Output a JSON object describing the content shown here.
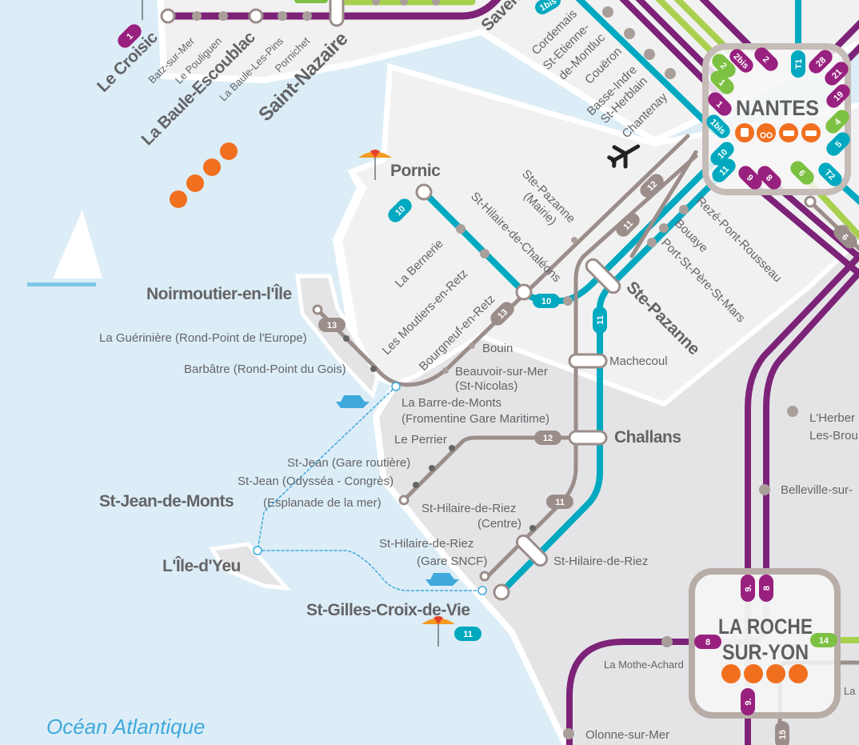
{
  "colors": {
    "sea": "#dcedf7",
    "land_north": "#f1f1f1",
    "land_south": "#e4e4e7",
    "purple": "#7c2378",
    "purple_badge": "#98207e",
    "teal": "#00a9c0",
    "green": "#a8d04e",
    "green_badge": "#7dc142",
    "gray_line": "#9b8e8a",
    "orange": "#f07020",
    "ferry": "#3fa9dc"
  },
  "labels": {
    "le_croisic": "Le Croisic",
    "batz": "Batz-sur-Mer",
    "pouliguen": "Le Pouliguen",
    "baule_escoublac": "La Baule-Escoublac",
    "baule_pins": "La Baule-Les-Pins",
    "pornichet": "Pornichet",
    "saint_nazaire": "Saint-Nazaire",
    "savenay": "Saven",
    "cordemais": "Cordemais",
    "st_etienne_1": "St-Etienne-",
    "st_etienne_2": "de-Montluc",
    "coueron": "Couëron",
    "basse_indre_1": "Basse-Indre",
    "basse_indre_2": "St-Herblain",
    "chantenay": "Chantenay",
    "pornic": "Pornic",
    "st_hilaire_chaleons": "St-Hilaire-de-Chaléons",
    "ste_pazanne_mairie_1": "Ste-Pazanne",
    "ste_pazanne_mairie_2": "(Mairie)",
    "la_bernerie": "La Bernerie",
    "moutiers": "Les Moutiers-en-Retz",
    "bourgneuf": "Bourgneuf-en-Retz",
    "bouin": "Bouin",
    "beauvoir_1": "Beauvoir-sur-Mer",
    "beauvoir_2": "(St-Nicolas)",
    "noirmoutier": "Noirmoutier-en-l'Île",
    "gueriniere": "La Guérinière (Rond-Point de l'Europe)",
    "barbatre": "Barbâtre (Rond-Point du Gois)",
    "barre_1": "La Barre-de-Monts",
    "barre_2": "(Fromentine Gare Maritime)",
    "le_perrier": "Le Perrier",
    "st_jean_gare": "St-Jean (Gare routière)",
    "st_jean_odyssea": "St-Jean (Odysséa - Congrès)",
    "st_jean_monts": "St-Jean-de-Monts",
    "st_jean_monts_2": "(Esplanade de la mer)",
    "ile_yeu": "L'Île-d'Yeu",
    "riez_centre_1": "St-Hilaire-de-Riez",
    "riez_centre_2": "(Centre)",
    "riez_gare_1": "St-Hilaire-de-Riez",
    "riez_gare_2": "(Gare SNCF)",
    "st_gilles": "St-Gilles-Croix-de-Vie",
    "st_hilaire_riez": "St-Hilaire-de-Riez",
    "machecoul": "Machecoul",
    "challans": "Challans",
    "ste_pazanne": "Ste-Pazanne",
    "reze": "Rezé-Pont-Rousseau",
    "bouaye": "Bouaye",
    "port_st_pere": "Port-St-Père-St-Mars",
    "herbergement": "L'Herber",
    "brouzils": "Les-Brou",
    "belleville": "Belleville-sur-",
    "mothe": "La Mothe-Achard",
    "olonne": "Olonne-sur-Mer",
    "la_r": "La R",
    "ocean": "Océan Atlantique"
  },
  "hubs": {
    "nantes": {
      "name": "NANTES",
      "services": [
        "bus-icon",
        "bike-icon",
        "car-icon",
        "taxi-icon"
      ]
    },
    "la_roche": {
      "name_1": "LA ROCHE",
      "name_2": "SUR-YON",
      "services": [
        "bus-icon",
        "bike-icon",
        "car-icon",
        "taxi-icon"
      ]
    }
  },
  "badges": {
    "n_2g": "2",
    "n_2bis": "2bis",
    "n_2": "2",
    "n_t1": "T1",
    "n_28": "28",
    "n_21": "21",
    "n_19": "19",
    "n_4": "4",
    "n_5": "5",
    "n_t2": "T2",
    "n_6": "6",
    "n_8": "8",
    "n_9": "9",
    "n_11": "11",
    "n_10": "10",
    "n_1bis": "1bis",
    "n_1p": "1",
    "n_1g": "1",
    "croisic_1": "1",
    "savenay_1bis": "1bis",
    "pornic_10": "10",
    "chaleons_10": "10",
    "pazanne_12": "12",
    "pazanne_11": "11",
    "bourgneuf_13": "13",
    "noirmoutier_13": "13",
    "machecoul_11": "11",
    "challans_12": "12",
    "riez_11": "11",
    "gilles_11": "11",
    "right_6": "6",
    "roche_9": "9.",
    "roche_8": "8",
    "roche_8w": "8",
    "roche_14": "14",
    "roche_9s": "9.",
    "roche_15": "15"
  }
}
